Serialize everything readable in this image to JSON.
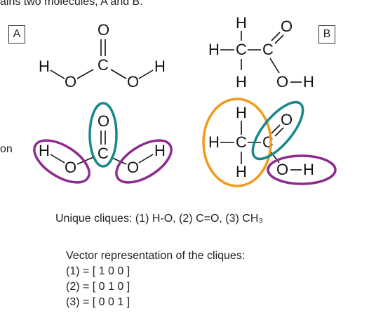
{
  "caption_top": "ains two molecules, A and B:",
  "caption_left": "on",
  "labels": {
    "a": "A",
    "b": "B"
  },
  "atoms": {
    "H": "H",
    "O": "O",
    "C": "C"
  },
  "cliques_text": "Unique cliques: (1) H-O, (2) C=O, (3) CH₃",
  "vector": {
    "heading": "Vector representation of the cliques:",
    "rows": [
      "(1) = [ 1 0 0 ]",
      "(2) = [ 0 1 0 ]",
      "(3) = [ 0 0 1 ]"
    ]
  },
  "colors": {
    "purple": "#8e2b8f",
    "teal": "#18888a",
    "orange": "#f39a1c"
  }
}
